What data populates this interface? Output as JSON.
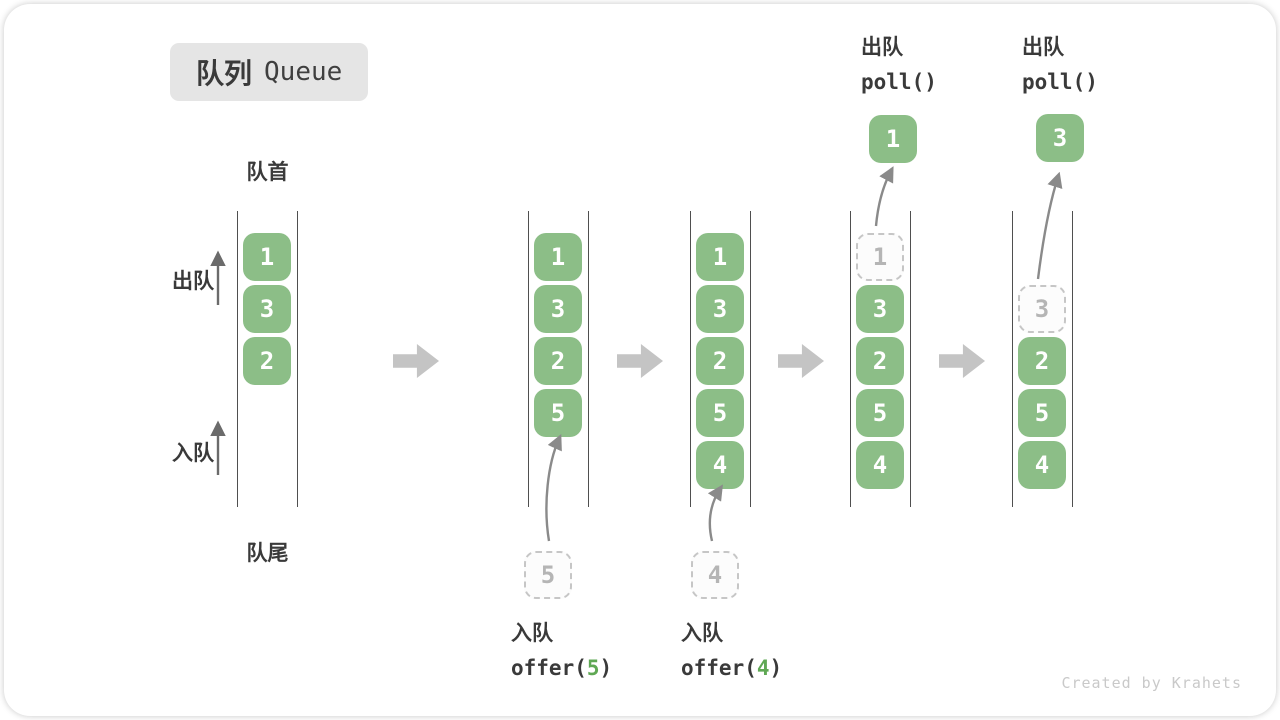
{
  "title": {
    "zh": "队列",
    "en": "Queue"
  },
  "labels": {
    "front": "队首",
    "rear": "队尾",
    "dequeue": "出队",
    "enqueue": "入队"
  },
  "operations": {
    "offer_1": {
      "name": "入队",
      "call_prefix": "offer(",
      "call_arg": "5",
      "call_suffix": ")"
    },
    "offer_2": {
      "name": "入队",
      "call_prefix": "offer(",
      "call_arg": "4",
      "call_suffix": ")"
    },
    "poll_1": {
      "name": "出队",
      "call": "poll()",
      "popped_value": "1"
    },
    "poll_2": {
      "name": "出队",
      "call": "poll()",
      "popped_value": "3"
    }
  },
  "queue_states": [
    {
      "blocks": [
        {
          "value": "1",
          "style": "solid"
        },
        {
          "value": "3",
          "style": "solid"
        },
        {
          "value": "2",
          "style": "solid"
        }
      ]
    },
    {
      "blocks": [
        {
          "value": "1",
          "style": "solid"
        },
        {
          "value": "3",
          "style": "solid"
        },
        {
          "value": "2",
          "style": "solid"
        },
        {
          "value": "5",
          "style": "solid"
        }
      ]
    },
    {
      "blocks": [
        {
          "value": "1",
          "style": "solid"
        },
        {
          "value": "3",
          "style": "solid"
        },
        {
          "value": "2",
          "style": "solid"
        },
        {
          "value": "5",
          "style": "solid"
        },
        {
          "value": "4",
          "style": "solid"
        }
      ]
    },
    {
      "blocks": [
        {
          "value": "1",
          "style": "dashed"
        },
        {
          "value": "3",
          "style": "solid"
        },
        {
          "value": "2",
          "style": "solid"
        },
        {
          "value": "5",
          "style": "solid"
        },
        {
          "value": "4",
          "style": "solid"
        }
      ]
    },
    {
      "blocks": [
        {
          "value": "",
          "style": "empty"
        },
        {
          "value": "3",
          "style": "dashed"
        },
        {
          "value": "2",
          "style": "solid"
        },
        {
          "value": "5",
          "style": "solid"
        },
        {
          "value": "4",
          "style": "solid"
        }
      ]
    }
  ],
  "watermark": "Created by Krahets",
  "colors": {
    "block_green": "#8cbe87",
    "call_arg_green": "#5fa854",
    "flow_arrow_gray": "#c4c4c4",
    "curve_arrow_gray": "#8a8a8a",
    "badge_bg": "#e5e5e5",
    "text_dark": "#3a3a3a",
    "dashed_border_gray": "#c6c6c6",
    "dashed_text_gray": "#b5b5b5",
    "watermark_gray": "#c9c9c9"
  }
}
